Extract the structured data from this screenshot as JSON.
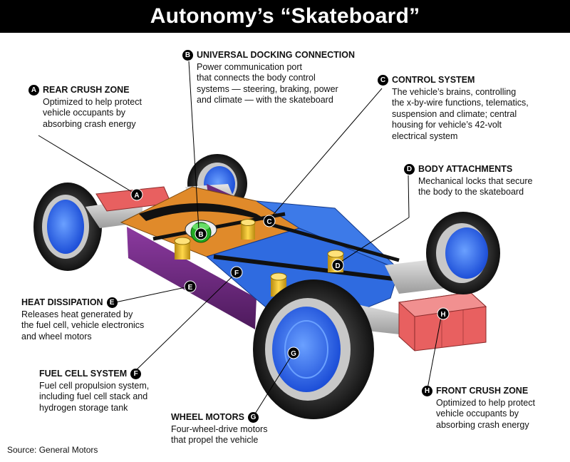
{
  "title": "Autonomy’s “Skateboard”",
  "source": "Source: General Motors",
  "colors": {
    "platform_blue": "#2f6be0",
    "platform_orange": "#e08a2a",
    "side_purple": "#7a2a8c",
    "crush_zone_red": "#e86060",
    "wheel_motor_blue": "#2266ee",
    "docking_green": "#22aa22",
    "mount_gold": "#e0b020"
  },
  "callouts": {
    "a": {
      "letter": "A",
      "heading": "REAR CRUSH ZONE",
      "desc": "Optimized to help protect\nvehicle occupants by\nabsorbing crash energy"
    },
    "b": {
      "letter": "B",
      "heading": "UNIVERSAL DOCKING CONNECTION",
      "desc": "Power communication port\nthat connects the body control\nsystems — steering, braking, power\nand climate — with the skateboard"
    },
    "c": {
      "letter": "C",
      "heading": "CONTROL SYSTEM",
      "desc": "The vehicle’s brains, controlling\nthe x-by-wire functions, telematics,\nsuspension and climate; central\nhousing for vehicle’s 42-volt\nelectrical system"
    },
    "d": {
      "letter": "D",
      "heading": "BODY ATTACHMENTS",
      "desc": "Mechanical locks that secure\nthe body to the skateboard"
    },
    "e": {
      "letter": "E",
      "heading": "HEAT DISSIPATION",
      "desc": "Releases heat generated by\nthe fuel cell, vehicle electronics\nand wheel motors"
    },
    "f": {
      "letter": "F",
      "heading": "FUEL CELL SYSTEM",
      "desc": "Fuel cell propulsion system,\nincluding fuel cell stack and\nhydrogen storage tank"
    },
    "g": {
      "letter": "G",
      "heading": "WHEEL MOTORS",
      "desc": "Four-wheel-drive motors\nthat propel the vehicle"
    },
    "h": {
      "letter": "H",
      "heading": "FRONT CRUSH ZONE",
      "desc": "Optimized to help protect\nvehicle occupants by\nabsorbing crash energy"
    }
  }
}
